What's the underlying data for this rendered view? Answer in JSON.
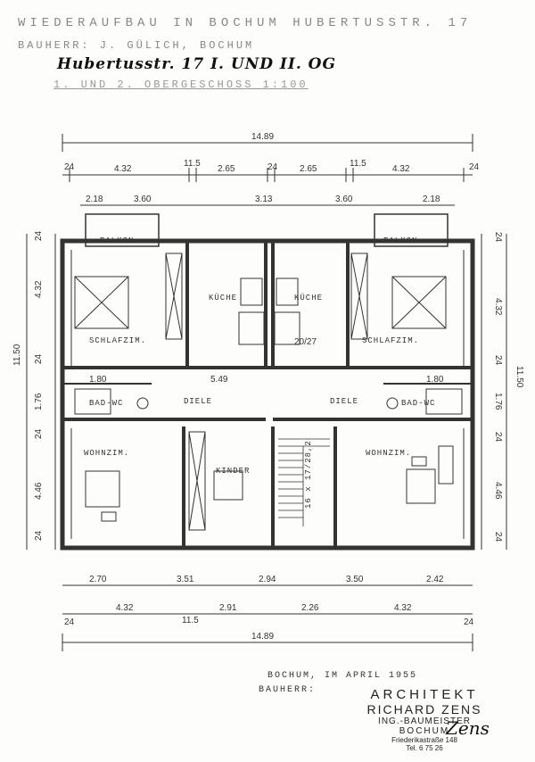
{
  "header": {
    "line1": "WIEDERAUFBAU IN BOCHUM HUBERTUSSTR. 17",
    "line2": "BAUHERR: J. GÜLICH, BOCHUM",
    "line3": "Hubertusstr. 17   I. UND II. OG",
    "line4": "1. UND 2. OBERGESCHOSS 1:100"
  },
  "rooms": {
    "balkon_left": "BALKON",
    "balkon_right": "BALKON",
    "kueche_left": "KÜCHE",
    "kueche_right": "KÜCHE",
    "schlafzim_left": "SCHLAFZIM.",
    "schlafzim_right": "SCHLAFZIM.",
    "diele_left": "DIELE",
    "diele_right": "DIELE",
    "bad_wc_left": "BAD-WC",
    "bad_wc_right": "BAD-WC",
    "wohnzim_left": "WOHNZIM.",
    "wohnzim_right": "WOHNZIM.",
    "kinder": "KINDER",
    "stair_note": "16 x 17/28,2"
  },
  "dims": {
    "overall_top": "14.89",
    "overall_bottom": "14.89",
    "top_row": [
      "24",
      "4.32",
      "11.5",
      "2.65",
      "24",
      "2.65",
      "11.5",
      "4.32",
      "24"
    ],
    "top_row2": [
      "2.18",
      "3.60",
      "3.13",
      "3.60",
      "2.18"
    ],
    "bottom_row": [
      "2.70",
      "3.51",
      "2.94",
      "3.50",
      "2.42"
    ],
    "bottom_row2": [
      "24",
      "4.32",
      "11.5",
      "2.91",
      "2.26",
      "4.32",
      "24"
    ],
    "left_side": [
      "24",
      "4.32",
      "11.50",
      "24",
      "1.76",
      "24",
      "4.46",
      "24"
    ],
    "right_side": [
      "24",
      "4.32",
      "11.50",
      "24",
      "1.76",
      "24",
      "4.46",
      "24"
    ],
    "mid": [
      "5.49",
      "1.80",
      "1.80",
      "20/27"
    ]
  },
  "footer": {
    "place_date": "BOCHUM, IM APRIL 1955",
    "bauherr": "BAUHERR:",
    "stamp_title": "ARCHITEKT",
    "stamp_name": "RICHARD ZENS",
    "stamp_degree": "ING.-BAUMEISTER",
    "stamp_city": "BOCHUM",
    "stamp_street": "Friederikastraße 148",
    "stamp_phone": "Tel. 6 75 26",
    "signature": "Zens"
  }
}
